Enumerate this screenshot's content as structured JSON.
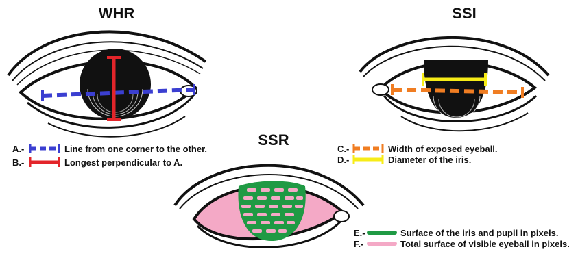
{
  "titles": {
    "whr": "WHR",
    "ssi": "SSI",
    "ssr": "SSR"
  },
  "legend": {
    "a": {
      "letter": "A.-",
      "text": "Line from one corner to the other."
    },
    "b": {
      "letter": "B.-",
      "text": "Longest perpendicular to A."
    },
    "c": {
      "letter": "C.-",
      "text": "Width of exposed eyeball."
    },
    "d": {
      "letter": "D.-",
      "text": "Diameter of the iris."
    },
    "e": {
      "letter": "E.-",
      "text": "Surface of the iris and pupil in pixels."
    },
    "f": {
      "letter": "F.-",
      "text": "Total surface of visible eyeball in pixels."
    }
  },
  "colors": {
    "line_a": "#3b3fd1",
    "line_b": "#e3252a",
    "line_c": "#f07d22",
    "line_d": "#f7ec17",
    "surface_e": "#1f9a44",
    "surface_f": "#f4a9c6"
  }
}
